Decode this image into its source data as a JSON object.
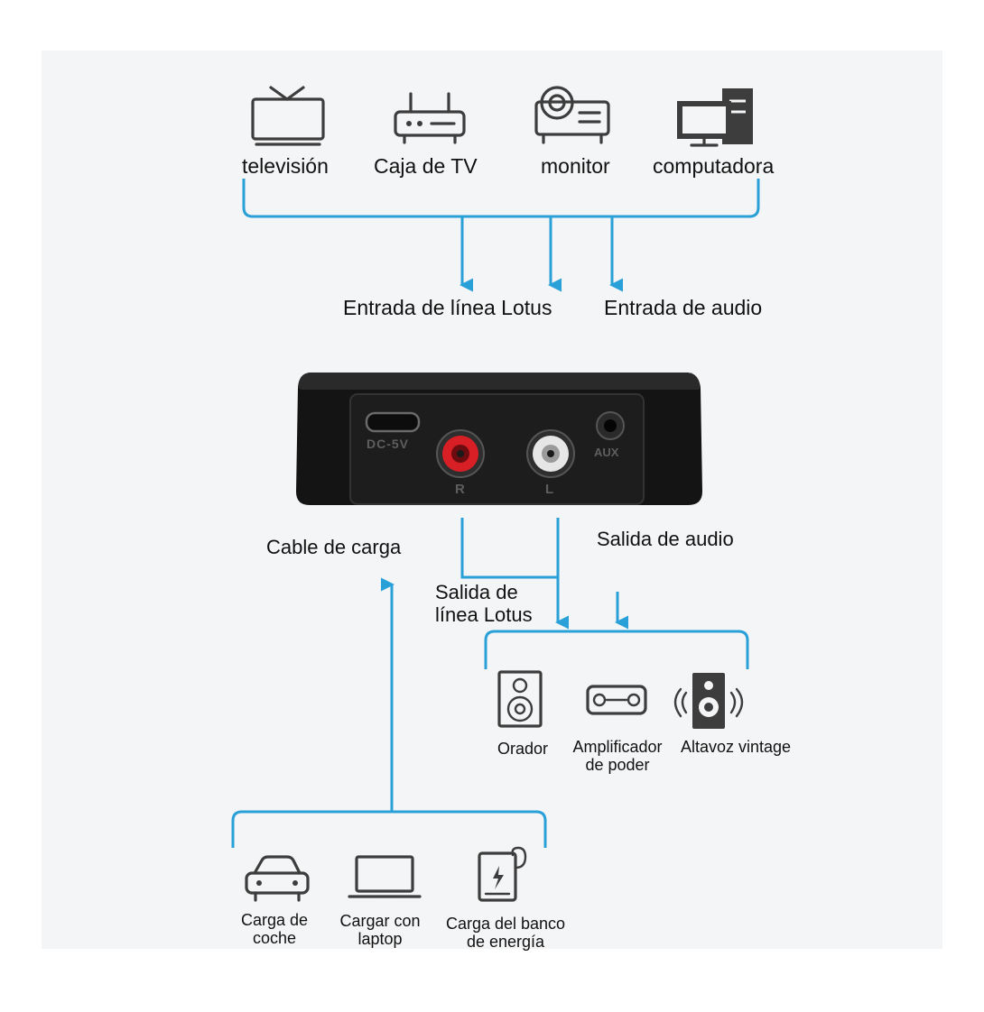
{
  "colors": {
    "connector": "#2aa0d8",
    "icon": "#3d3d3d",
    "device_body": "#151515",
    "jack_red": "#d91f26",
    "jack_white": "#e6e6e6"
  },
  "sources": [
    {
      "label": "televisión",
      "icon": "tv-icon"
    },
    {
      "label": "Caja de TV",
      "icon": "router-box-icon"
    },
    {
      "label": "monitor",
      "icon": "projector-icon"
    },
    {
      "label": "computadora",
      "icon": "desktop-computer-icon"
    }
  ],
  "inputs": {
    "lotus_line_in": "Entrada de línea Lotus",
    "audio_in": "Entrada de audio"
  },
  "device": {
    "port_dc": "DC-5V",
    "port_right": "R",
    "port_left": "L",
    "port_aux": "AUX"
  },
  "outputs": {
    "charging_cable": "Cable de carga",
    "audio_out": "Salida de audio",
    "lotus_line_out_1": "Salida de",
    "lotus_line_out_2": "línea Lotus"
  },
  "sinks": [
    {
      "label_lines": [
        "Orador"
      ],
      "icon": "speaker-icon"
    },
    {
      "label_lines": [
        "Amplificador",
        "de poder"
      ],
      "icon": "amplifier-icon"
    },
    {
      "label_lines": [
        "Altavoz vintage"
      ],
      "icon": "vintage-speaker-icon"
    }
  ],
  "power_sources": [
    {
      "label_lines": [
        "Carga de",
        "coche"
      ],
      "icon": "car-icon"
    },
    {
      "label_lines": [
        "Cargar con",
        "laptop"
      ],
      "icon": "laptop-icon"
    },
    {
      "label_lines": [
        "Carga del banco",
        "de energía"
      ],
      "icon": "power-bank-icon"
    }
  ]
}
